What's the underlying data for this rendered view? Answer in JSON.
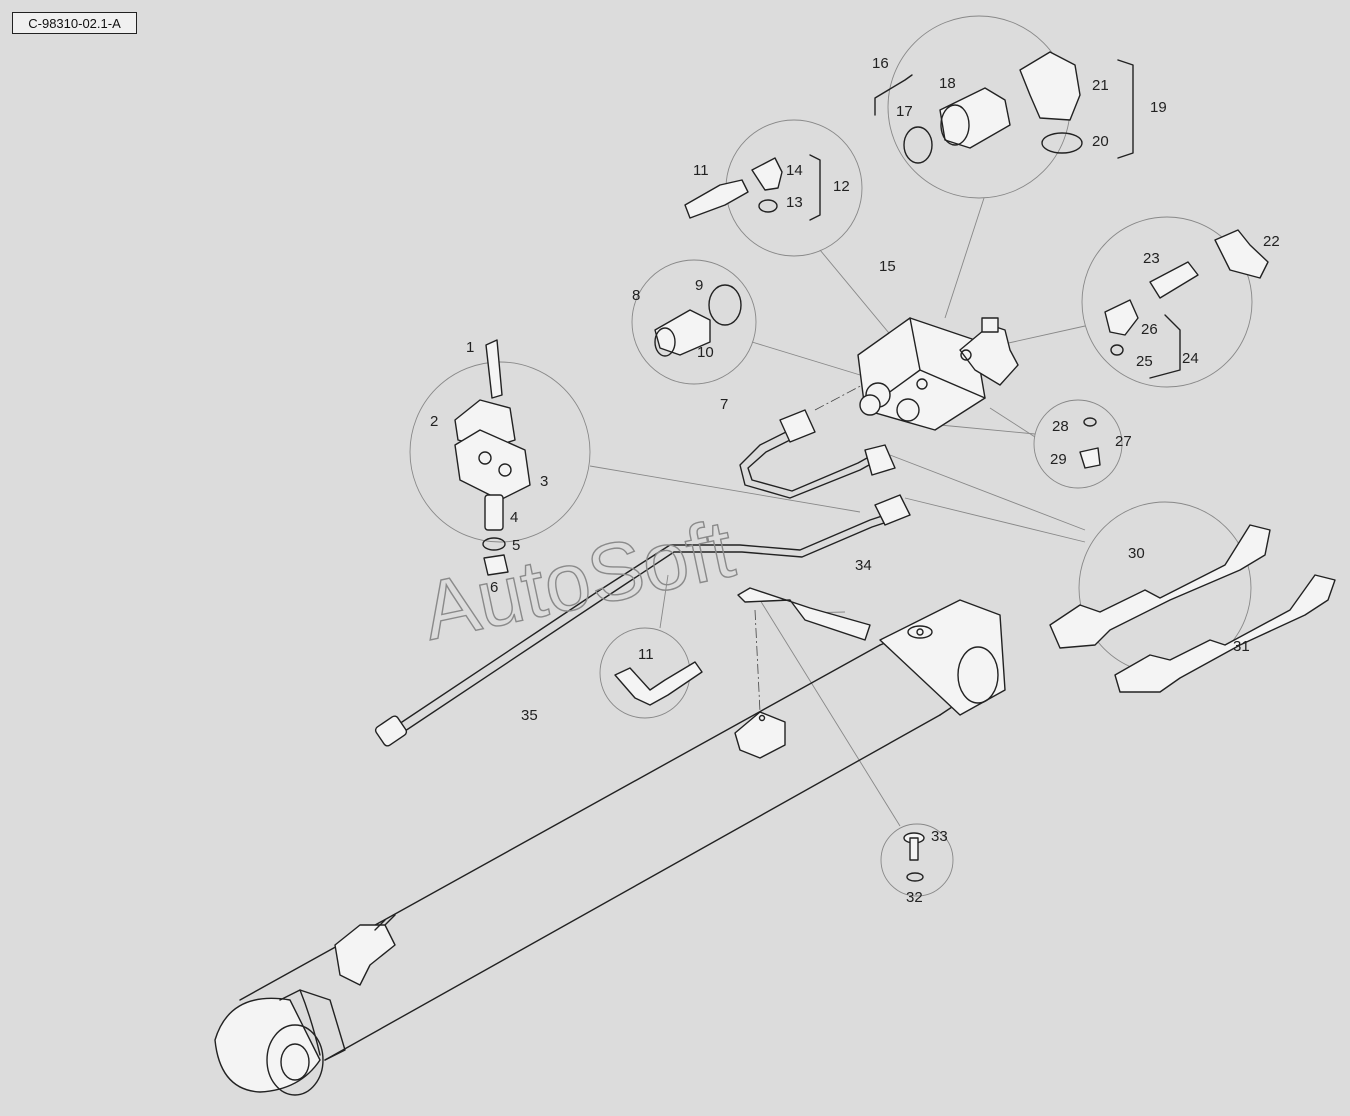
{
  "reference_code": "C-98310-02.1-A",
  "watermark": "AutoSoft",
  "labels": {
    "l1": "1",
    "l2": "2",
    "l3": "3",
    "l4": "4",
    "l5": "5",
    "l6": "6",
    "l7": "7",
    "l8": "8",
    "l9": "9",
    "l10": "10",
    "l11a": "11",
    "l11b": "11",
    "l12": "12",
    "l13": "13",
    "l14": "14",
    "l15": "15",
    "l16": "16",
    "l17": "17",
    "l18": "18",
    "l19": "19",
    "l20": "20",
    "l21": "21",
    "l22": "22",
    "l23": "23",
    "l24": "24",
    "l25": "25",
    "l26": "26",
    "l27": "27",
    "l28": "28",
    "l29": "29",
    "l30": "30",
    "l31": "31",
    "l32": "32",
    "l33": "33",
    "l34": "34",
    "l35": "35"
  },
  "colors": {
    "background": "#dcdcdc",
    "line": "#222222",
    "callout": "#888888"
  }
}
